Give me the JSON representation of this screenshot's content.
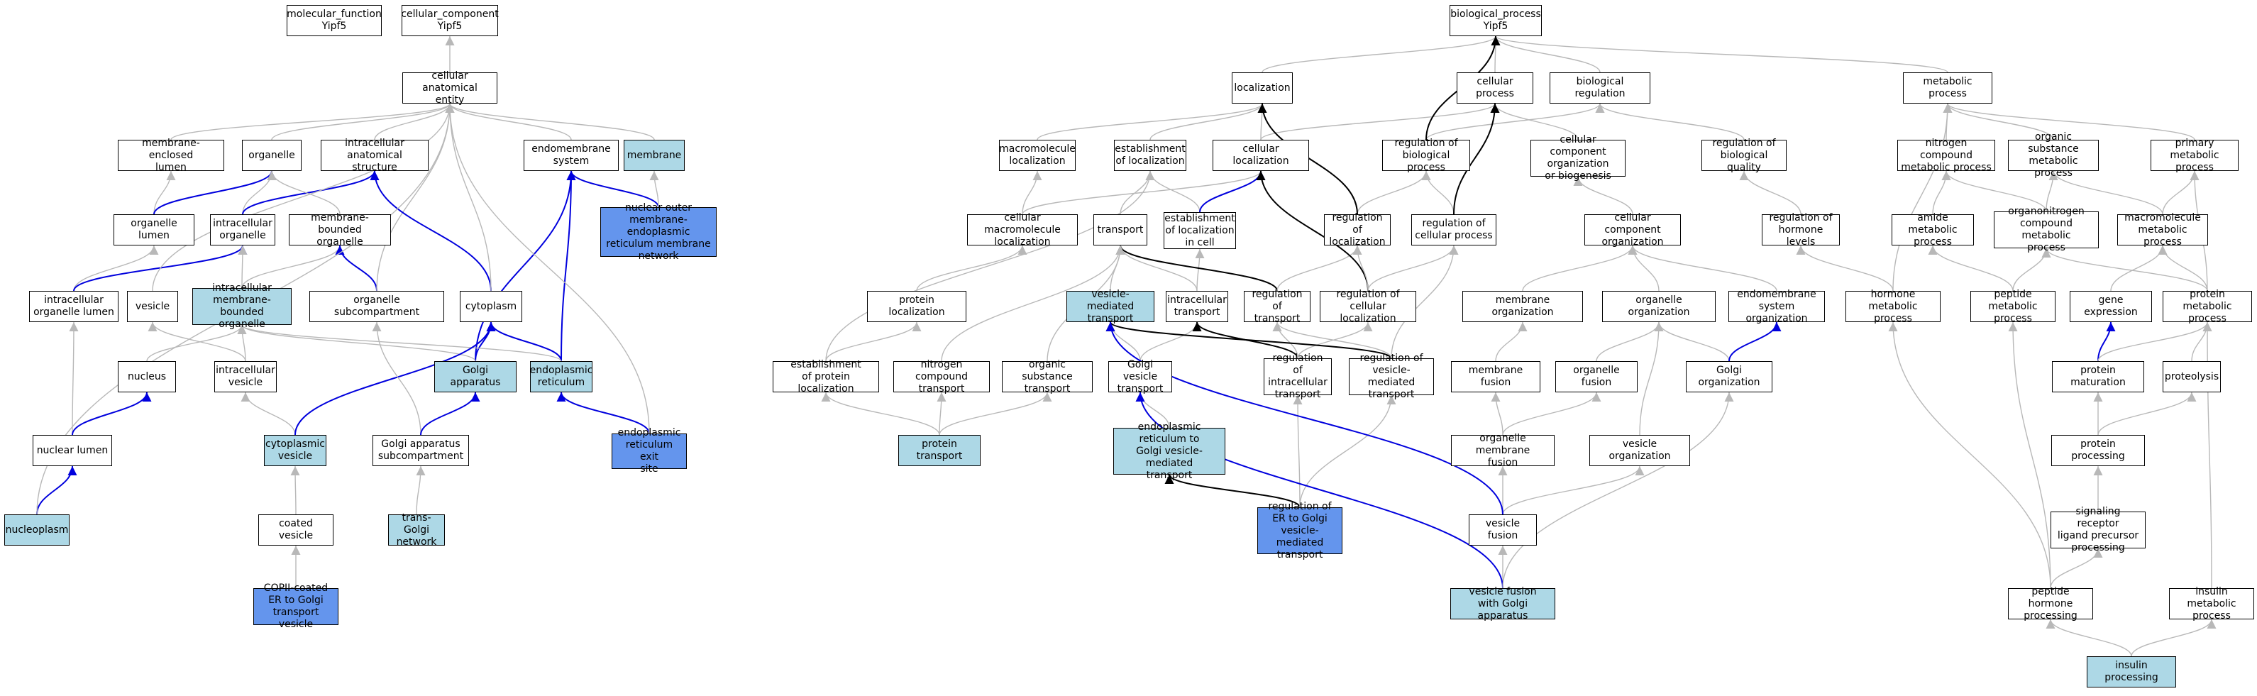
{
  "colors": {
    "default_fill": "#ffffff",
    "light_fill": "#add8e6",
    "highlight_fill": "#6495ed",
    "is_a_edge": "#b8b8b8",
    "part_of_edge": "#0000dd",
    "regulates_edge": "#000000"
  },
  "nodes": {
    "n_mf": {
      "label": "molecular_function\nYipf5",
      "style": "default"
    },
    "n_cc": {
      "label": "cellular_component\nYipf5",
      "style": "default"
    },
    "n_bp": {
      "label": "biological_process\nYipf5",
      "style": "default"
    },
    "n_cae": {
      "label": "cellular anatomical\nentity",
      "style": "default"
    },
    "n_mel": {
      "label": "membrane-enclosed\nlumen",
      "style": "default"
    },
    "n_org": {
      "label": "organelle",
      "style": "default"
    },
    "n_ias": {
      "label": "intracellular\nanatomical structure",
      "style": "default"
    },
    "n_ems": {
      "label": "endomembrane\nsystem",
      "style": "default"
    },
    "n_mem": {
      "label": "membrane",
      "style": "light"
    },
    "n_nom": {
      "label": "nuclear outer\nmembrane-endoplasmic\nreticulum membrane\nnetwork",
      "style": "blue"
    },
    "n_olu": {
      "label": "organelle lumen",
      "style": "default"
    },
    "n_iorg": {
      "label": "intracellular\norganelle",
      "style": "default"
    },
    "n_mbo": {
      "label": "membrane-bounded\norganelle",
      "style": "default"
    },
    "n_iol": {
      "label": "intracellular\norganelle lumen",
      "style": "default"
    },
    "n_ves": {
      "label": "vesicle",
      "style": "default"
    },
    "n_imbo": {
      "label": "intracellular\nmembrane-bounded\norganelle",
      "style": "light"
    },
    "n_osc": {
      "label": "organelle subcompartment",
      "style": "default"
    },
    "n_cyt": {
      "label": "cytoplasm",
      "style": "default"
    },
    "n_nuc": {
      "label": "nucleus",
      "style": "default"
    },
    "n_iv": {
      "label": "intracellular\nvesicle",
      "style": "default"
    },
    "n_ga": {
      "label": "Golgi apparatus",
      "style": "light"
    },
    "n_er": {
      "label": "endoplasmic\nreticulum",
      "style": "light"
    },
    "n_nl": {
      "label": "nuclear lumen",
      "style": "default"
    },
    "n_cv": {
      "label": "cytoplasmic\nvesicle",
      "style": "light"
    },
    "n_gas": {
      "label": "Golgi apparatus\nsubcompartment",
      "style": "default"
    },
    "n_eres": {
      "label": "endoplasmic\nreticulum exit\nsite",
      "style": "blue"
    },
    "n_np": {
      "label": "nucleoplasm",
      "style": "light"
    },
    "n_coat": {
      "label": "coated vesicle",
      "style": "default"
    },
    "n_tgn": {
      "label": "trans-Golgi\nnetwork",
      "style": "light"
    },
    "n_copii": {
      "label": "COPII-coated\nER to Golgi\ntransport vesicle",
      "style": "blue"
    },
    "n_loc": {
      "label": "localization",
      "style": "default"
    },
    "n_cp": {
      "label": "cellular process",
      "style": "default"
    },
    "n_breg": {
      "label": "biological regulation",
      "style": "default"
    },
    "n_met": {
      "label": "metabolic process",
      "style": "default"
    },
    "n_mml": {
      "label": "macromolecule\nlocalization",
      "style": "default"
    },
    "n_eol": {
      "label": "establishment\nof localization",
      "style": "default"
    },
    "n_cl": {
      "label": "cellular localization",
      "style": "default"
    },
    "n_rbp": {
      "label": "regulation of\nbiological process",
      "style": "default"
    },
    "n_ccob": {
      "label": "cellular component\norganization\nor biogenesis",
      "style": "default"
    },
    "n_rbq": {
      "label": "regulation of\nbiological quality",
      "style": "default"
    },
    "n_ncmp": {
      "label": "nitrogen compound\nmetabolic process",
      "style": "default"
    },
    "n_osmp": {
      "label": "organic substance\nmetabolic process",
      "style": "default"
    },
    "n_pmp": {
      "label": "primary metabolic\nprocess",
      "style": "default"
    },
    "n_cml": {
      "label": "cellular macromolecule\nlocalization",
      "style": "default"
    },
    "n_tr": {
      "label": "transport",
      "style": "default"
    },
    "n_eolc": {
      "label": "establishment\nof localization\nin cell",
      "style": "default"
    },
    "n_rol": {
      "label": "regulation of\nlocalization",
      "style": "default"
    },
    "n_rcp": {
      "label": "regulation of\ncellular process",
      "style": "default"
    },
    "n_cco": {
      "label": "cellular component\norganization",
      "style": "default"
    },
    "n_rhl": {
      "label": "regulation of\nhormone levels",
      "style": "default"
    },
    "n_amp": {
      "label": "amide metabolic\nprocess",
      "style": "default"
    },
    "n_oncmp": {
      "label": "organonitrogen\ncompound metabolic\nprocess",
      "style": "default"
    },
    "n_mmp": {
      "label": "macromolecule\nmetabolic process",
      "style": "default"
    },
    "n_pl": {
      "label": "protein localization",
      "style": "default"
    },
    "n_vmt": {
      "label": "vesicle-mediated\ntransport",
      "style": "light"
    },
    "n_it": {
      "label": "intracellular\ntransport",
      "style": "default"
    },
    "n_rot": {
      "label": "regulation of\ntransport",
      "style": "default"
    },
    "n_rcl": {
      "label": "regulation of\ncellular localization",
      "style": "default"
    },
    "n_mo": {
      "label": "membrane organization",
      "style": "default"
    },
    "n_oo": {
      "label": "organelle organization",
      "style": "default"
    },
    "n_eso": {
      "label": "endomembrane\nsystem organization",
      "style": "default"
    },
    "n_hmp": {
      "label": "hormone metabolic\nprocess",
      "style": "default"
    },
    "n_pepmp": {
      "label": "peptide metabolic\nprocess",
      "style": "default"
    },
    "n_ge": {
      "label": "gene expression",
      "style": "default"
    },
    "n_prmp": {
      "label": "protein metabolic\nprocess",
      "style": "default"
    },
    "n_eopl": {
      "label": "establishment\nof protein localization",
      "style": "default"
    },
    "n_nct": {
      "label": "nitrogen compound\ntransport",
      "style": "default"
    },
    "n_ost": {
      "label": "organic substance\ntransport",
      "style": "default"
    },
    "n_gvt": {
      "label": "Golgi vesicle\ntransport",
      "style": "default"
    },
    "n_roit": {
      "label": "regulation of\nintracellular\ntransport",
      "style": "default"
    },
    "n_rovmt": {
      "label": "regulation of\nvesicle-mediated\ntransport",
      "style": "default"
    },
    "n_mf2": {
      "label": "membrane fusion",
      "style": "default"
    },
    "n_of": {
      "label": "organelle fusion",
      "style": "default"
    },
    "n_go": {
      "label": "Golgi organization",
      "style": "default"
    },
    "n_pmat": {
      "label": "protein maturation",
      "style": "default"
    },
    "n_prot": {
      "label": "proteolysis",
      "style": "default"
    },
    "n_pt": {
      "label": "protein transport",
      "style": "light"
    },
    "n_ergt": {
      "label": "endoplasmic\nreticulum to\nGolgi vesicle-mediated\ntransport",
      "style": "light"
    },
    "n_omf": {
      "label": "organelle membrane\nfusion",
      "style": "default"
    },
    "n_vo": {
      "label": "vesicle organization",
      "style": "default"
    },
    "n_pp": {
      "label": "protein processing",
      "style": "default"
    },
    "n_rergt": {
      "label": "regulation of\nER to Golgi\nvesicle-mediated\ntransport",
      "style": "blue"
    },
    "n_vf": {
      "label": "vesicle fusion",
      "style": "default"
    },
    "n_srlp": {
      "label": "signaling receptor\nligand precursor\nprocessing",
      "style": "default"
    },
    "n_vfga": {
      "label": "vesicle fusion\nwith Golgi apparatus",
      "style": "light"
    },
    "n_php": {
      "label": "peptide hormone\nprocessing",
      "style": "default"
    },
    "n_imp": {
      "label": "insulin metabolic\nprocess",
      "style": "default"
    },
    "n_ip": {
      "label": "insulin processing",
      "style": "light"
    }
  },
  "edges": [
    [
      "n_cae",
      "n_cc",
      "is_a"
    ],
    [
      "n_mel",
      "n_cae",
      "is_a"
    ],
    [
      "n_org",
      "n_cae",
      "is_a"
    ],
    [
      "n_ias",
      "n_cae",
      "is_a"
    ],
    [
      "n_ems",
      "n_cae",
      "is_a"
    ],
    [
      "n_mem",
      "n_cae",
      "is_a"
    ],
    [
      "n_nom",
      "n_ems",
      "part_of"
    ],
    [
      "n_nom",
      "n_mem",
      "is_a"
    ],
    [
      "n_olu",
      "n_mel",
      "is_a"
    ],
    [
      "n_olu",
      "n_org",
      "part_of"
    ],
    [
      "n_iorg",
      "n_org",
      "is_a"
    ],
    [
      "n_iorg",
      "n_ias",
      "part_of"
    ],
    [
      "n_mbo",
      "n_org",
      "is_a"
    ],
    [
      "n_iol",
      "n_olu",
      "is_a"
    ],
    [
      "n_iol",
      "n_iorg",
      "part_of"
    ],
    [
      "n_ves",
      "n_cae",
      "is_a"
    ],
    [
      "n_imbo",
      "n_iorg",
      "is_a"
    ],
    [
      "n_imbo",
      "n_mbo",
      "is_a"
    ],
    [
      "n_osc",
      "n_mbo",
      "part_of"
    ],
    [
      "n_osc",
      "n_cae",
      "is_a"
    ],
    [
      "n_cyt",
      "n_ias",
      "part_of"
    ],
    [
      "n_cyt",
      "n_cae",
      "is_a"
    ],
    [
      "n_nuc",
      "n_imbo",
      "is_a"
    ],
    [
      "n_iv",
      "n_ves",
      "is_a"
    ],
    [
      "n_iv",
      "n_imbo",
      "is_a"
    ],
    [
      "n_ga",
      "n_cyt",
      "part_of"
    ],
    [
      "n_ga",
      "n_ems",
      "part_of"
    ],
    [
      "n_ga",
      "n_imbo",
      "is_a"
    ],
    [
      "n_er",
      "n_cyt",
      "part_of"
    ],
    [
      "n_er",
      "n_ems",
      "part_of"
    ],
    [
      "n_er",
      "n_imbo",
      "is_a"
    ],
    [
      "n_nl",
      "n_iol",
      "is_a"
    ],
    [
      "n_nl",
      "n_nuc",
      "part_of"
    ],
    [
      "n_cv",
      "n_iv",
      "is_a"
    ],
    [
      "n_cv",
      "n_cyt",
      "part_of"
    ],
    [
      "n_gas",
      "n_osc",
      "is_a"
    ],
    [
      "n_gas",
      "n_ga",
      "part_of"
    ],
    [
      "n_eres",
      "n_er",
      "part_of"
    ],
    [
      "n_eres",
      "n_cae",
      "is_a"
    ],
    [
      "n_np",
      "n_nl",
      "part_of"
    ],
    [
      "n_np",
      "n_cae",
      "is_a"
    ],
    [
      "n_coat",
      "n_cv",
      "is_a"
    ],
    [
      "n_tgn",
      "n_gas",
      "is_a"
    ],
    [
      "n_copii",
      "n_coat",
      "is_a"
    ],
    [
      "n_loc",
      "n_bp",
      "is_a"
    ],
    [
      "n_cp",
      "n_bp",
      "is_a"
    ],
    [
      "n_breg",
      "n_bp",
      "is_a"
    ],
    [
      "n_met",
      "n_bp",
      "is_a"
    ],
    [
      "n_mml",
      "n_loc",
      "is_a"
    ],
    [
      "n_eol",
      "n_loc",
      "is_a"
    ],
    [
      "n_cl",
      "n_loc",
      "is_a"
    ],
    [
      "n_cl",
      "n_cp",
      "is_a"
    ],
    [
      "n_rbp",
      "n_breg",
      "is_a"
    ],
    [
      "n_rbp",
      "n_bp",
      "regulates"
    ],
    [
      "n_ccob",
      "n_cp",
      "is_a"
    ],
    [
      "n_rbq",
      "n_breg",
      "is_a"
    ],
    [
      "n_ncmp",
      "n_met",
      "is_a"
    ],
    [
      "n_osmp",
      "n_met",
      "is_a"
    ],
    [
      "n_pmp",
      "n_met",
      "is_a"
    ],
    [
      "n_cml",
      "n_mml",
      "is_a"
    ],
    [
      "n_cml",
      "n_cl",
      "is_a"
    ],
    [
      "n_tr",
      "n_eol",
      "is_a"
    ],
    [
      "n_eolc",
      "n_eol",
      "is_a"
    ],
    [
      "n_eolc",
      "n_cl",
      "part_of"
    ],
    [
      "n_rol",
      "n_rbp",
      "is_a"
    ],
    [
      "n_rol",
      "n_loc",
      "regulates"
    ],
    [
      "n_rcp",
      "n_rbp",
      "is_a"
    ],
    [
      "n_rcp",
      "n_cp",
      "regulates"
    ],
    [
      "n_cco",
      "n_ccob",
      "is_a"
    ],
    [
      "n_rhl",
      "n_rbq",
      "is_a"
    ],
    [
      "n_amp",
      "n_ncmp",
      "is_a"
    ],
    [
      "n_oncmp",
      "n_ncmp",
      "is_a"
    ],
    [
      "n_oncmp",
      "n_osmp",
      "is_a"
    ],
    [
      "n_mmp",
      "n_osmp",
      "is_a"
    ],
    [
      "n_mmp",
      "n_pmp",
      "is_a"
    ],
    [
      "n_pl",
      "n_cml",
      "is_a"
    ],
    [
      "n_vmt",
      "n_tr",
      "is_a"
    ],
    [
      "n_it",
      "n_tr",
      "is_a"
    ],
    [
      "n_it",
      "n_eolc",
      "is_a"
    ],
    [
      "n_rot",
      "n_tr",
      "regulates"
    ],
    [
      "n_rot",
      "n_rol",
      "is_a"
    ],
    [
      "n_rcl",
      "n_cl",
      "regulates"
    ],
    [
      "n_rcl",
      "n_rol",
      "is_a"
    ],
    [
      "n_rcl",
      "n_rcp",
      "is_a"
    ],
    [
      "n_mo",
      "n_cco",
      "is_a"
    ],
    [
      "n_oo",
      "n_cco",
      "is_a"
    ],
    [
      "n_eso",
      "n_cco",
      "is_a"
    ],
    [
      "n_hmp",
      "n_rhl",
      "is_a"
    ],
    [
      "n_hmp",
      "n_met",
      "is_a"
    ],
    [
      "n_pepmp",
      "n_amp",
      "is_a"
    ],
    [
      "n_pepmp",
      "n_oncmp",
      "is_a"
    ],
    [
      "n_ge",
      "n_mmp",
      "is_a"
    ],
    [
      "n_prmp",
      "n_mmp",
      "is_a"
    ],
    [
      "n_prmp",
      "n_oncmp",
      "is_a"
    ],
    [
      "n_prmp",
      "n_pmp",
      "is_a"
    ],
    [
      "n_eopl",
      "n_pl",
      "is_a"
    ],
    [
      "n_eopl",
      "n_eol",
      "is_a"
    ],
    [
      "n_nct",
      "n_tr",
      "is_a"
    ],
    [
      "n_ost",
      "n_tr",
      "is_a"
    ],
    [
      "n_gvt",
      "n_vmt",
      "is_a"
    ],
    [
      "n_gvt",
      "n_it",
      "is_a"
    ],
    [
      "n_roit",
      "n_it",
      "regulates"
    ],
    [
      "n_roit",
      "n_rot",
      "is_a"
    ],
    [
      "n_roit",
      "n_rcl",
      "is_a"
    ],
    [
      "n_rovmt",
      "n_vmt",
      "regulates"
    ],
    [
      "n_rovmt",
      "n_rot",
      "is_a"
    ],
    [
      "n_rovmt",
      "n_rcp",
      "is_a"
    ],
    [
      "n_mf2",
      "n_mo",
      "is_a"
    ],
    [
      "n_of",
      "n_oo",
      "is_a"
    ],
    [
      "n_go",
      "n_oo",
      "is_a"
    ],
    [
      "n_go",
      "n_eso",
      "part_of"
    ],
    [
      "n_pmat",
      "n_ge",
      "part_of"
    ],
    [
      "n_pmat",
      "n_prmp",
      "is_a"
    ],
    [
      "n_prot",
      "n_prmp",
      "is_a"
    ],
    [
      "n_pt",
      "n_eopl",
      "is_a"
    ],
    [
      "n_pt",
      "n_nct",
      "is_a"
    ],
    [
      "n_pt",
      "n_ost",
      "is_a"
    ],
    [
      "n_ergt",
      "n_gvt",
      "is_a"
    ],
    [
      "n_omf",
      "n_mf2",
      "is_a"
    ],
    [
      "n_omf",
      "n_of",
      "is_a"
    ],
    [
      "n_vo",
      "n_oo",
      "is_a"
    ],
    [
      "n_pp",
      "n_pmat",
      "is_a"
    ],
    [
      "n_pp",
      "n_prot",
      "is_a"
    ],
    [
      "n_rergt",
      "n_ergt",
      "regulates"
    ],
    [
      "n_rergt",
      "n_roit",
      "is_a"
    ],
    [
      "n_rergt",
      "n_rovmt",
      "is_a"
    ],
    [
      "n_vf",
      "n_omf",
      "is_a"
    ],
    [
      "n_vf",
      "n_vo",
      "is_a"
    ],
    [
      "n_vf",
      "n_vmt",
      "part_of"
    ],
    [
      "n_srlp",
      "n_pp",
      "is_a"
    ],
    [
      "n_vfga",
      "n_vf",
      "is_a"
    ],
    [
      "n_vfga",
      "n_gvt",
      "part_of"
    ],
    [
      "n_vfga",
      "n_go",
      "is_a"
    ],
    [
      "n_php",
      "n_srlp",
      "is_a"
    ],
    [
      "n_php",
      "n_hmp",
      "is_a"
    ],
    [
      "n_php",
      "n_pepmp",
      "is_a"
    ],
    [
      "n_imp",
      "n_prmp",
      "is_a"
    ],
    [
      "n_ip",
      "n_php",
      "is_a"
    ],
    [
      "n_ip",
      "n_imp",
      "is_a"
    ]
  ]
}
